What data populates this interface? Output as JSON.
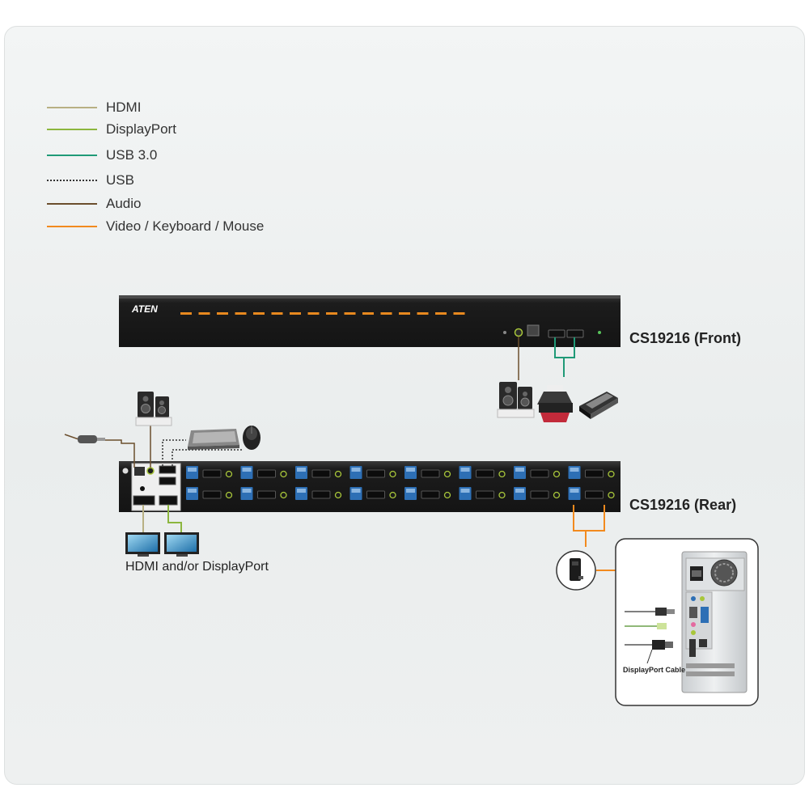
{
  "legend": [
    {
      "label": "HDMI",
      "color": "#b8b083",
      "style": "solid"
    },
    {
      "label": "DisplayPort",
      "color": "#8cb63e",
      "style": "solid"
    },
    {
      "label": "USB 3.0",
      "color": "#1f9a77",
      "style": "solid"
    },
    {
      "label": "USB",
      "color": "#333333",
      "style": "dotted"
    },
    {
      "label": "Audio",
      "color": "#6b4e2d",
      "style": "solid"
    },
    {
      "label": "Video / Keyboard / Mouse",
      "color": "#f28a1e",
      "style": "solid"
    }
  ],
  "front": {
    "brand": "ATEN",
    "label": "CS19216 (Front)"
  },
  "rear": {
    "label": "CS19216 (Rear)"
  },
  "displays_label": "HDMI and/or DisplayPort",
  "cable_label": "DisplayPort Cable",
  "colors": {
    "chassis": "#1e1e1e",
    "led": "#e8891f",
    "usb3": "#2d6fb5",
    "port_ring": "#a8c63a"
  }
}
